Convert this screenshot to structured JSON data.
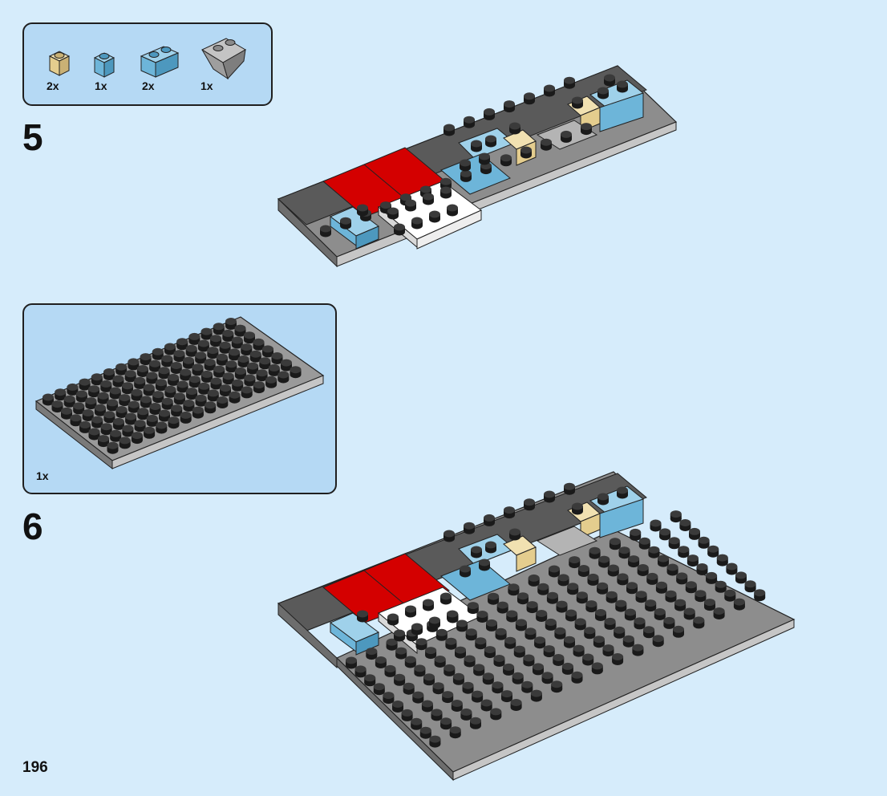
{
  "parts_list": {
    "items": [
      {
        "qty": "2x",
        "icon": "tan-1x1-brick-icon",
        "color": "#e4cd8e"
      },
      {
        "qty": "1x",
        "icon": "blue-1x1-brick-icon",
        "color": "#6db5d9"
      },
      {
        "qty": "2x",
        "icon": "blue-1x2-brick-icon",
        "color": "#6db5d9"
      },
      {
        "qty": "1x",
        "icon": "grey-inverted-slope-icon",
        "color": "#9e9e9e"
      }
    ]
  },
  "steps": [
    {
      "number": "5"
    },
    {
      "number": "6",
      "callout_qty": "1x"
    }
  ],
  "page_number": "196",
  "colors": {
    "background": "#d6ecfb",
    "callout": "#b5d9f4",
    "plate_grey": "#8d8d8d",
    "dark_grey": "#5a5a5a",
    "red": "#d40000",
    "white": "#ffffff",
    "light_blue": "#6db5d9",
    "tan": "#e4cd8e"
  }
}
